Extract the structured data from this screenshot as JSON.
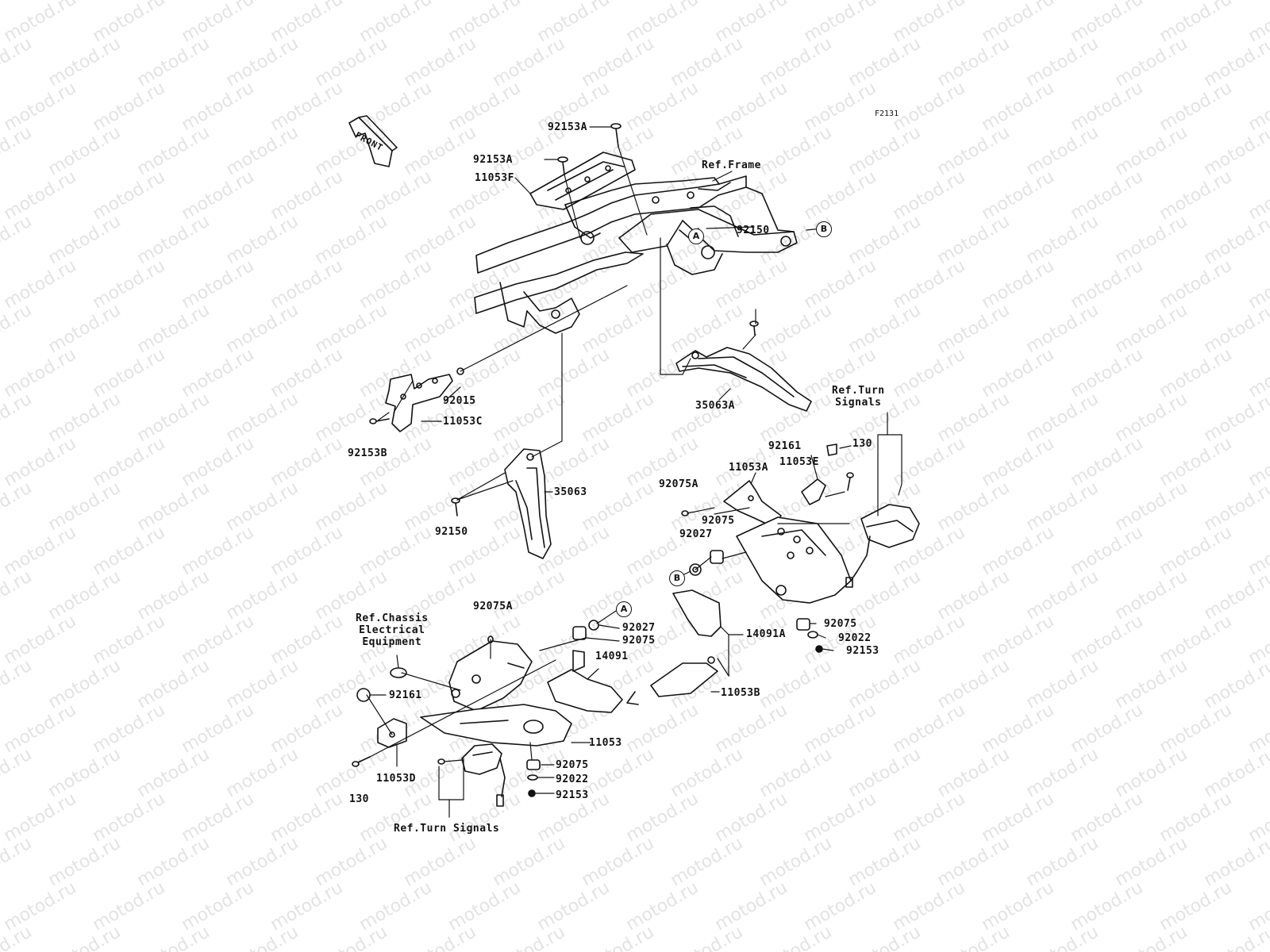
{
  "figure_id": "F2131",
  "watermark": "motod.ru",
  "front_label": "FRONT",
  "circle_markers": {
    "a": "A",
    "b": "B"
  },
  "parts": {
    "p92153A_top": "92153A",
    "p92153A_left": "92153A",
    "p11053F": "11053F",
    "p92150_upper": "92150",
    "p92015": "92015",
    "p11053C": "11053C",
    "p92153B": "92153B",
    "p35063A": "35063A",
    "p35063": "35063",
    "p92150_lower": "92150",
    "p92161_right": "92161",
    "p130_right": "130",
    "p11053A": "11053A",
    "p11053E": "11053E",
    "p92075A_right": "92075A",
    "p92075_mid": "92075",
    "p92027_right": "92027",
    "p92075A_left": "92075A",
    "p92027_left": "92027",
    "p92075_left": "92075",
    "p14091": "14091",
    "p14091A": "14091A",
    "p92075_rr": "92075",
    "p92022_rr": "92022",
    "p92153_rr": "92153",
    "p11053B": "11053B",
    "p92161_left": "92161",
    "p11053": "11053",
    "p11053D": "11053D",
    "p130_left": "130",
    "p92075_bot": "92075",
    "p92022_bot": "92022",
    "p92153_bot": "92153"
  },
  "references": {
    "frame": "Ref.Frame",
    "turn_signals_right": "Ref.Turn\nSignals",
    "chassis_electrical": "Ref.Chassis\nElectrical\nEquipment",
    "turn_signals_bottom": "Ref.Turn Signals"
  }
}
